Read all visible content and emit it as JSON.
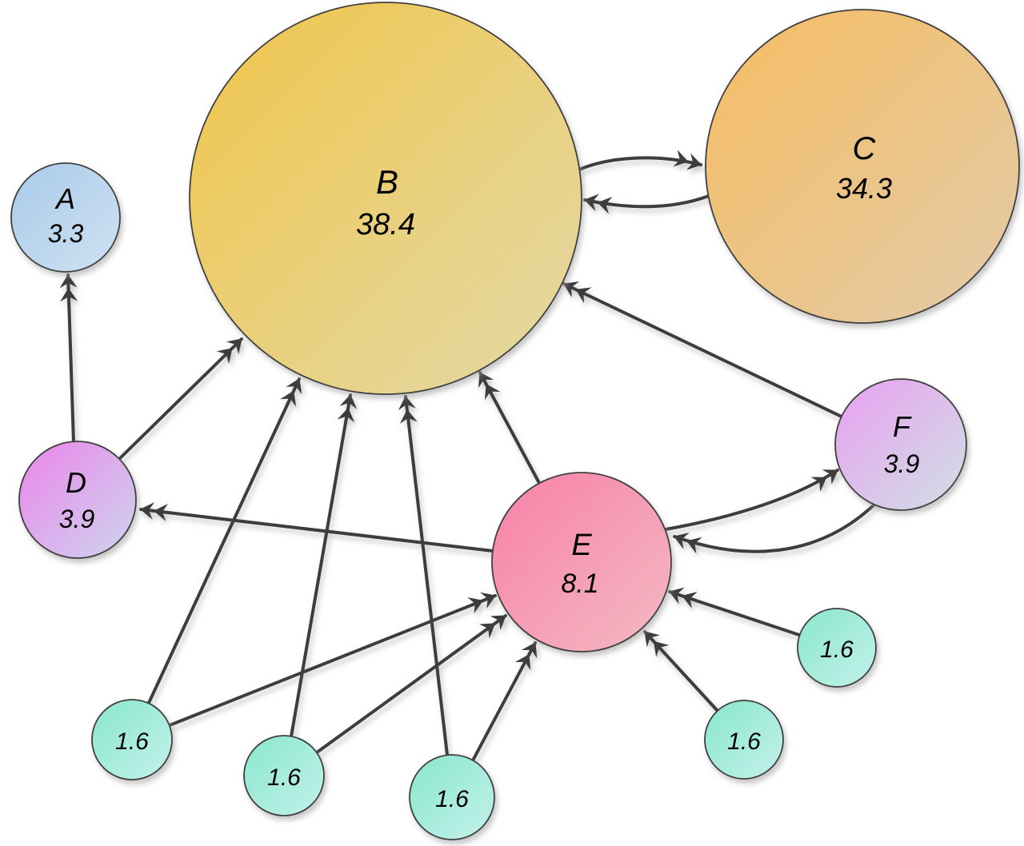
{
  "diagram": {
    "description": "Directed graph of 11 circular nodes sized by score, connected by dark arrows with double-chevron heads (PageRank-style example network)",
    "background_color": "#ffffff",
    "arrow_color": "#3d3d3d",
    "outline_color": "#3f3f3f",
    "nodes": [
      {
        "id": "A",
        "label": "A",
        "value": "3.3",
        "color_start": "#a9cbe9",
        "color_end": "#cfe1f2"
      },
      {
        "id": "B",
        "label": "B",
        "value": "38.4",
        "color_start": "#f0c64a",
        "color_end": "#e3d9a8"
      },
      {
        "id": "C",
        "label": "C",
        "value": "34.3",
        "color_start": "#f5bd62",
        "color_end": "#e3cba9"
      },
      {
        "id": "D",
        "label": "D",
        "value": "3.9",
        "color_start": "#ec85ea",
        "color_end": "#ccd6ee"
      },
      {
        "id": "E",
        "label": "E",
        "value": "8.1",
        "color_start": "#f880a6",
        "color_end": "#f3bac4"
      },
      {
        "id": "F",
        "label": "F",
        "value": "3.9",
        "color_start": "#e9a0f0",
        "color_end": "#cfe0e4"
      },
      {
        "id": "G1",
        "label": "",
        "value": "1.6",
        "color_start": "#89e7cd",
        "color_end": "#c4f1ea"
      },
      {
        "id": "G2",
        "label": "",
        "value": "1.6",
        "color_start": "#89e7cd",
        "color_end": "#c4f1ea"
      },
      {
        "id": "G3",
        "label": "",
        "value": "1.6",
        "color_start": "#89e7cd",
        "color_end": "#c4f1ea"
      },
      {
        "id": "G4",
        "label": "",
        "value": "1.6",
        "color_start": "#89e7cd",
        "color_end": "#c4f1ea"
      },
      {
        "id": "G5",
        "label": "",
        "value": "1.6",
        "color_start": "#89e7cd",
        "color_end": "#c4f1ea"
      }
    ],
    "edges": [
      {
        "from": "B",
        "to": "C"
      },
      {
        "from": "C",
        "to": "B"
      },
      {
        "from": "D",
        "to": "A"
      },
      {
        "from": "D",
        "to": "B"
      },
      {
        "from": "E",
        "to": "B"
      },
      {
        "from": "E",
        "to": "D"
      },
      {
        "from": "E",
        "to": "F"
      },
      {
        "from": "F",
        "to": "B"
      },
      {
        "from": "F",
        "to": "E"
      },
      {
        "from": "G1",
        "to": "B"
      },
      {
        "from": "G1",
        "to": "E"
      },
      {
        "from": "G2",
        "to": "B"
      },
      {
        "from": "G2",
        "to": "E"
      },
      {
        "from": "G3",
        "to": "B"
      },
      {
        "from": "G3",
        "to": "E"
      },
      {
        "from": "G4",
        "to": "E"
      },
      {
        "from": "G5",
        "to": "E"
      }
    ]
  }
}
